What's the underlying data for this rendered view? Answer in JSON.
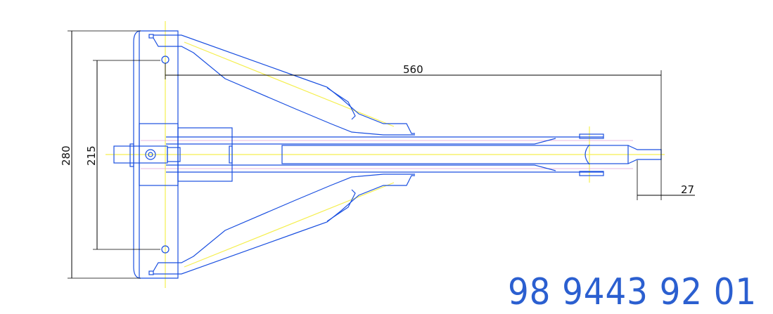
{
  "drawing": {
    "dimensions": {
      "overall_width": "280",
      "hole_spacing": "215",
      "overall_length": "560",
      "tip_length": "27"
    },
    "part_number": "98 9443 92 01",
    "colors": {
      "outline": "#1a4fe0",
      "centerline": "#f5ef50",
      "dimension": "#000000"
    }
  }
}
